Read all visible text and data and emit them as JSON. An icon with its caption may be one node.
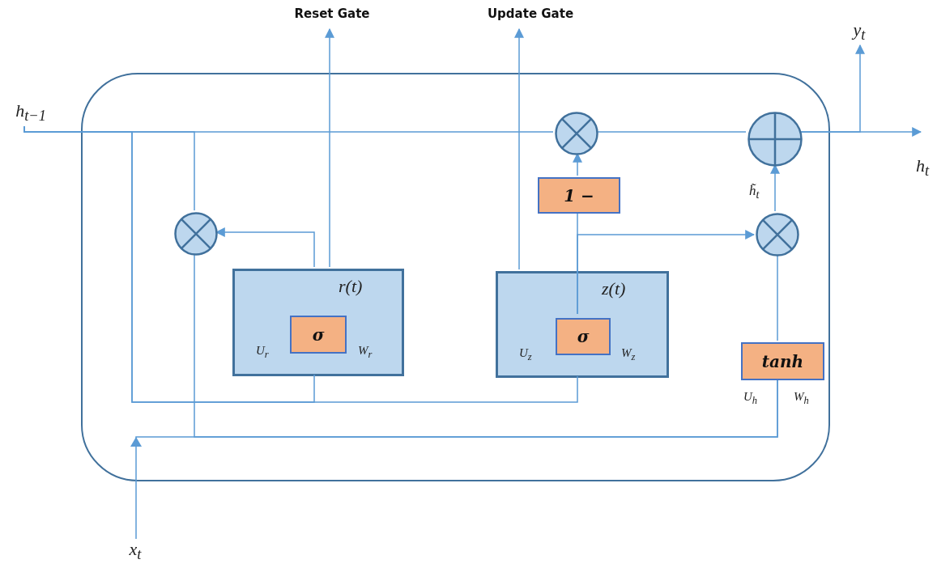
{
  "diagram": {
    "nodes": [
      {
        "text": [],
        "shape": "box"
      },
      {
        "text": [
          "h$_{t−1}$"
        ]
      },
      {
        "text": [],
        "shape": "circle",
        "in": 0
      },
      {
        "text": [
          "r(t)",
          "U$_{r}$",
          "W$_{r}$"
        ],
        "in": 0
      },
      {
        "text": [
          "σ"
        ],
        "in": 3
      },
      {
        "text": [
          "z(t)",
          "U$_{z}$",
          "W$_{z}$"
        ],
        "in": 0
      },
      {
        "text": [
          "σ"
        ],
        "in": 5
      },
      {
        "text": [],
        "shape": "circle",
        "in": 0
      },
      {
        "text": [
          "1 −"
        ],
        "in": 0
      },
      {
        "text": [],
        "shape": "circle",
        "in": 0
      },
      {
        "text": [],
        "shape": "circle",
        "in": 0
      },
      {
        "text": [
          "tanh"
        ],
        "in": 0
      },
      {
        "text": [
          "Reset Gate"
        ]
      },
      {
        "text": [
          "Update Gate"
        ]
      },
      {
        "text": [
          "h$_{t}$"
        ]
      },
      {
        "text": [
          "y$_{t}$"
        ]
      },
      {
        "text": [
          "x$_{t}$"
        ]
      }
    ],
    "edges": [
      {
        "from": 1,
        "to": 7,
        "arrow": "none"
      },
      {
        "from": 1,
        "to": 3,
        "arrow": "none"
      },
      {
        "from": 1,
        "to": 5,
        "arrow": "none"
      },
      {
        "from": 1,
        "to": 2,
        "arrow": "none"
      },
      {
        "from": 2,
        "to": 11,
        "arrow": "none"
      },
      {
        "from": 16,
        "to": 11,
        "arrow": "to"
      },
      {
        "from": 3,
        "to": 2,
        "arrow": "to"
      },
      {
        "from": 3,
        "to": 12,
        "arrow": "to"
      },
      {
        "from": 5,
        "to": 13,
        "arrow": "to"
      },
      {
        "from": 6,
        "to": 8,
        "arrow": "none"
      },
      {
        "from": 6,
        "to": 10,
        "arrow": "to"
      },
      {
        "from": 8,
        "to": 7,
        "arrow": "to"
      },
      {
        "from": 7,
        "to": 9,
        "arrow": "none"
      },
      {
        "from": 11,
        "to": 10,
        "arrow": "none"
      },
      {
        "from": 10,
        "to": 9,
        "arrow": "to",
        "label": "h̃$_{t}$"
      },
      {
        "from": 9,
        "to": 14,
        "arrow": "to"
      },
      {
        "from": 9,
        "to": 15,
        "arrow": "to"
      }
    ],
    "labels": [
      "U$_{h}$",
      "W$_{h}$"
    ]
  }
}
